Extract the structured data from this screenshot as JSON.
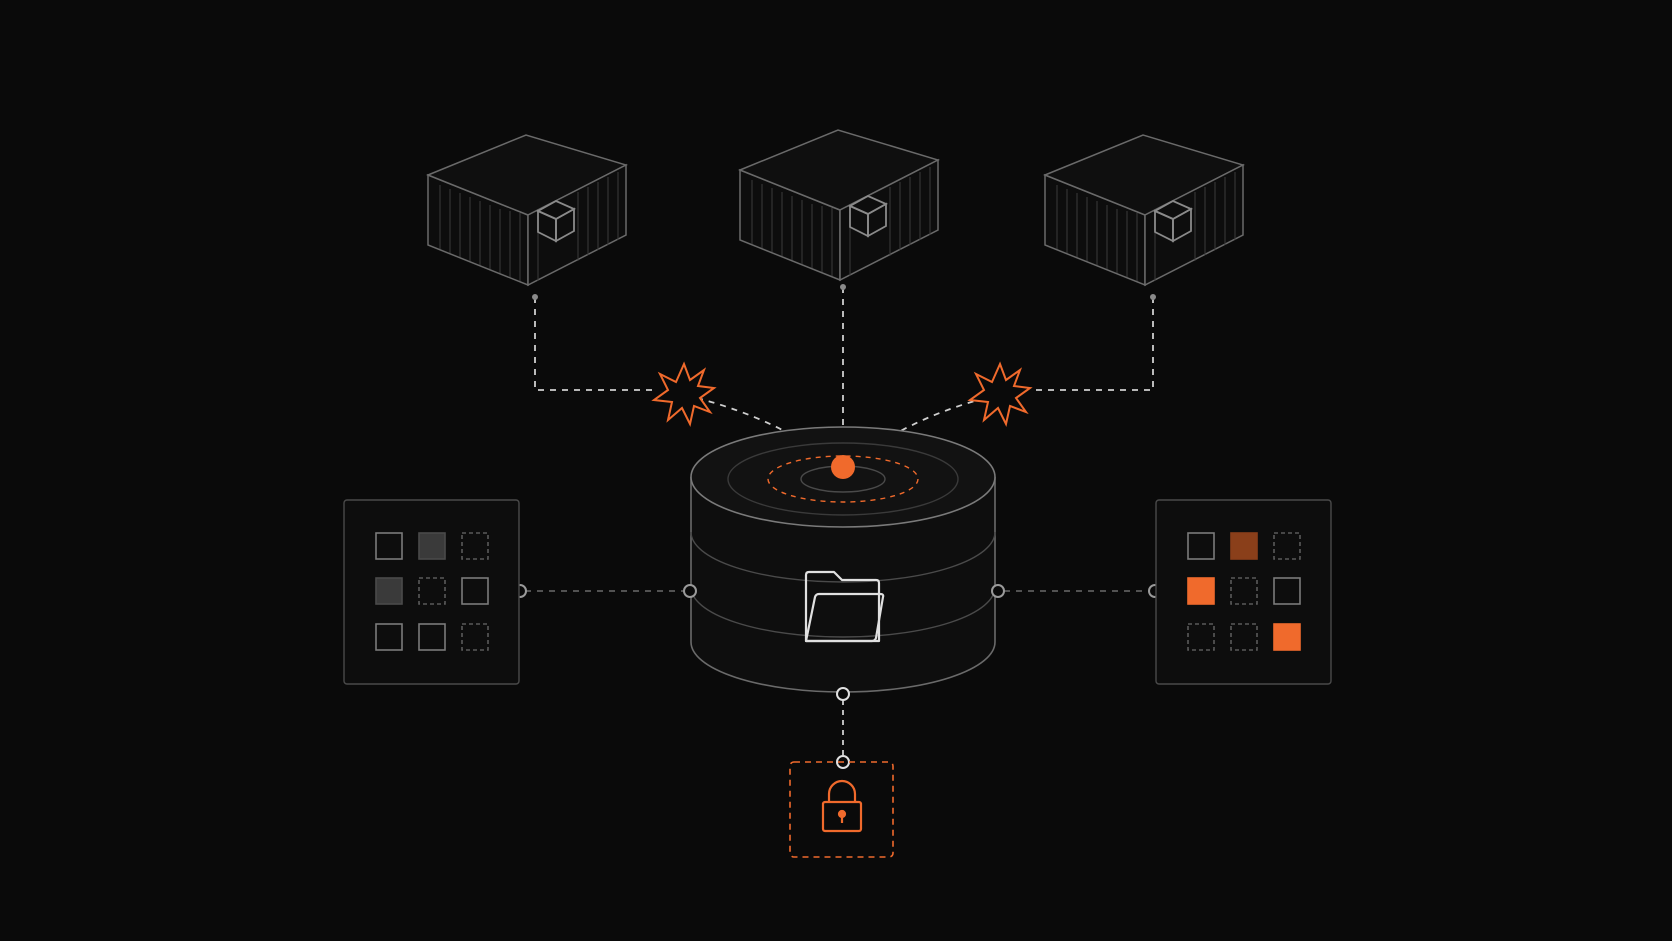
{
  "colors": {
    "background": "#0a0a0a",
    "line": "#555555",
    "line_light": "#7a7a7a",
    "connector": "#bdbdbd",
    "accent": "#f06a2c",
    "accent_dim": "#a04a1f",
    "fill_dark": "#3c3c3c"
  },
  "icons": {
    "container": "shipping-container-icon",
    "cube": "cube-icon",
    "folder": "folder-icon",
    "lock": "padlock-icon",
    "burst": "conflict-burst-icon"
  },
  "diagram": {
    "containers": [
      {
        "name": "container-left"
      },
      {
        "name": "container-center"
      },
      {
        "name": "container-right"
      }
    ],
    "conflict_bursts": 2,
    "left_grid_cells": [
      "outline",
      "filled-gray",
      "dashed",
      "filled-gray",
      "dashed",
      "outline",
      "outline",
      "outline",
      "dashed"
    ],
    "right_grid_cells": [
      "outline",
      "filled-accent-dim",
      "dashed",
      "filled-accent",
      "dashed",
      "outline",
      "dashed",
      "dashed",
      "filled-accent"
    ]
  }
}
